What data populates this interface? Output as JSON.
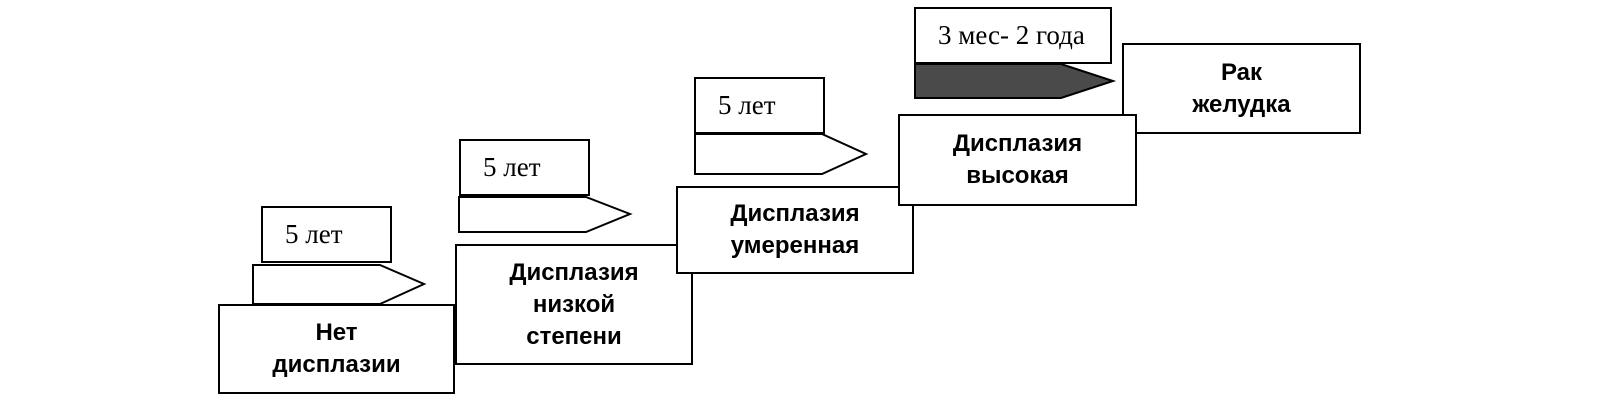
{
  "stages": [
    {
      "lines": [
        "Нет",
        "дисплазии"
      ]
    },
    {
      "lines": [
        "Дисплазия",
        "низкой",
        "степени"
      ]
    },
    {
      "lines": [
        "Дисплазия",
        "умеренная"
      ]
    },
    {
      "lines": [
        "Дисплазия",
        "высокая"
      ]
    },
    {
      "lines": [
        "Рак",
        "желудка"
      ]
    }
  ],
  "durations": [
    {
      "text": "5 лет"
    },
    {
      "text": "5 лет"
    },
    {
      "text": "5 лет"
    },
    {
      "text": "3 мес- 2 года"
    }
  ],
  "colors": {
    "line": "#000000",
    "arrow_fill": "#ffffff",
    "arrow_fill_final": "#4a4a4a",
    "background": "#ffffff"
  }
}
